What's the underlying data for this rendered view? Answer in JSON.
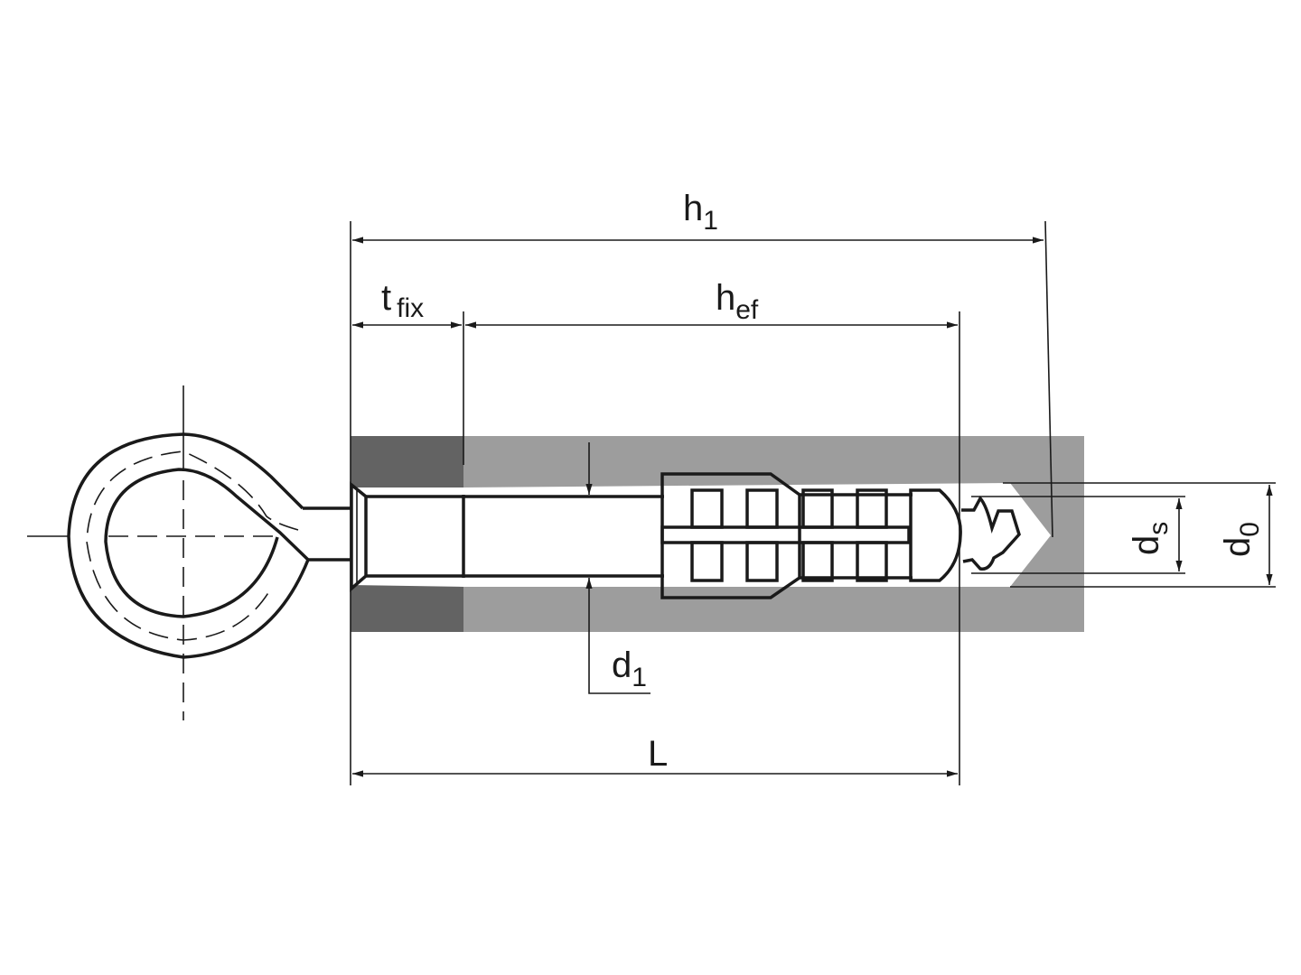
{
  "colors": {
    "base_material": "#9d9d9d",
    "fixture": "#636363",
    "line": "#1a1a1a"
  },
  "labels": {
    "h1": {
      "main": "h",
      "sub": "1"
    },
    "tfix": {
      "main": "t",
      "sub": "fix"
    },
    "hef": {
      "main": "h",
      "sub": "ef"
    },
    "d1": {
      "main": "d",
      "sub": "1"
    },
    "L": {
      "main": "L"
    },
    "ds": {
      "main": "d",
      "sub": "s"
    },
    "d0": {
      "main": "d",
      "sub": "0"
    }
  }
}
